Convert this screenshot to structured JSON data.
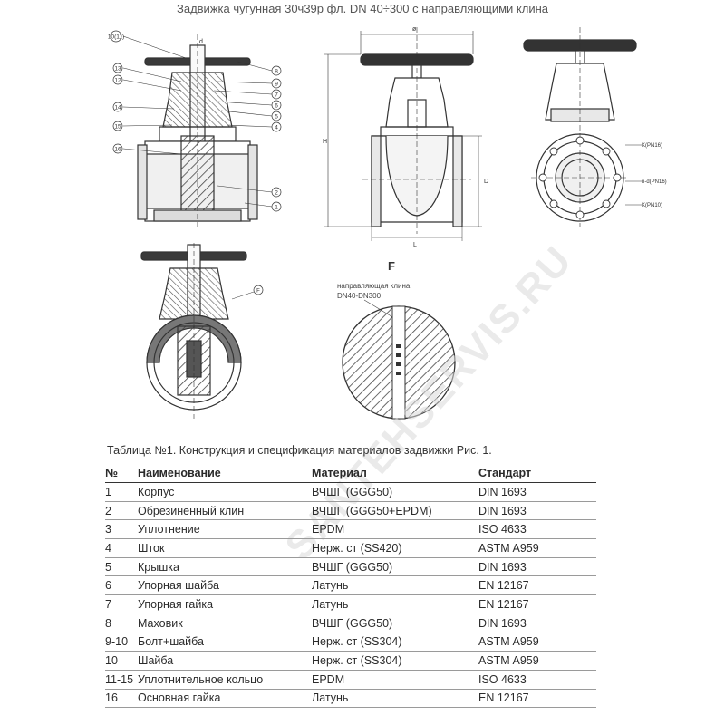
{
  "document": {
    "title": "Задвижка чугунная 30ч39р фл. DN 40÷300 с направляющими клина"
  },
  "drawing": {
    "dim_labels": {
      "d": "d",
      "diameter_top": "ø",
      "h": "H",
      "d_big": "D",
      "l": "L",
      "k_pn16": "K(PN16)",
      "n_dpn16": "n-d(PN16)",
      "k_pn10": "K(PN10)"
    },
    "callouts_left": [
      "10(11)",
      "13",
      "12",
      "14",
      "15",
      "16"
    ],
    "callouts_right": [
      "8",
      "9",
      "7",
      "6",
      "5",
      "4",
      "2",
      "1"
    ],
    "detail_callout": "F",
    "detail_letter": "F",
    "detail_caption_line1": "направляющая клина",
    "detail_caption_line2": "DN40-DN300"
  },
  "watermark": {
    "text": "SANTEHSERVIS.RU"
  },
  "table": {
    "caption": "Таблица №1. Конструкция и спецификация материалов задвижки Рис. 1.",
    "headers": [
      "№",
      "Наименование",
      "Материал",
      "Стандарт"
    ],
    "rows": [
      [
        "1",
        "Корпус",
        "ВЧШГ (GGG50)",
        "DIN 1693"
      ],
      [
        "2",
        "Обрезиненный клин",
        "ВЧШГ (GGG50+EPDM)",
        "DIN 1693"
      ],
      [
        "3",
        "Уплотнение",
        "EPDM",
        "ISO 4633"
      ],
      [
        "4",
        "Шток",
        "Нерж. ст (SS420)",
        "ASTM A959"
      ],
      [
        "5",
        "Крышка",
        "ВЧШГ (GGG50)",
        "DIN 1693"
      ],
      [
        "6",
        "Упорная шайба",
        "Латунь",
        "EN 12167"
      ],
      [
        "7",
        "Упорная гайка",
        "Латунь",
        "EN 12167"
      ],
      [
        "8",
        "Маховик",
        "ВЧШГ (GGG50)",
        "DIN 1693"
      ],
      [
        "9-10",
        "Болт+шайба",
        "Нерж. ст (SS304)",
        "ASTM A959"
      ],
      [
        "10",
        "Шайба",
        "Нерж. ст (SS304)",
        "ASTM A959"
      ],
      [
        "11-15",
        "Уплотнительное кольцо",
        "EPDM",
        "ISO 4633"
      ],
      [
        "16",
        "Основная гайка",
        "Латунь",
        "EN 12167"
      ]
    ]
  }
}
